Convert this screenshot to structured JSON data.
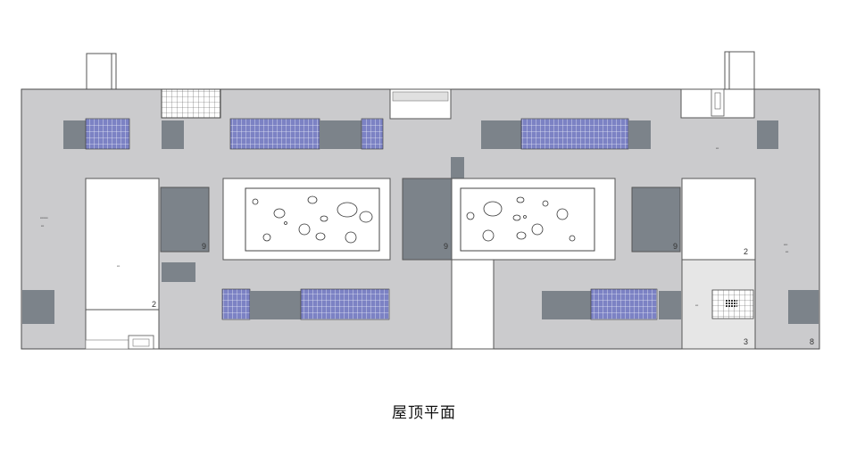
{
  "caption": "屋顶平面",
  "room_numbers": {
    "n1": "9",
    "n2": "9",
    "n3": "9",
    "n4": "2",
    "n5": "2",
    "n6": "3",
    "n7": "8"
  },
  "colors": {
    "roof": "#cbcbcd",
    "outline": "#4a4a4a",
    "dark_block": "#7c838a",
    "solar_panel": "#7c82c4",
    "light_room": "#e6e6e6",
    "white": "#ffffff"
  }
}
